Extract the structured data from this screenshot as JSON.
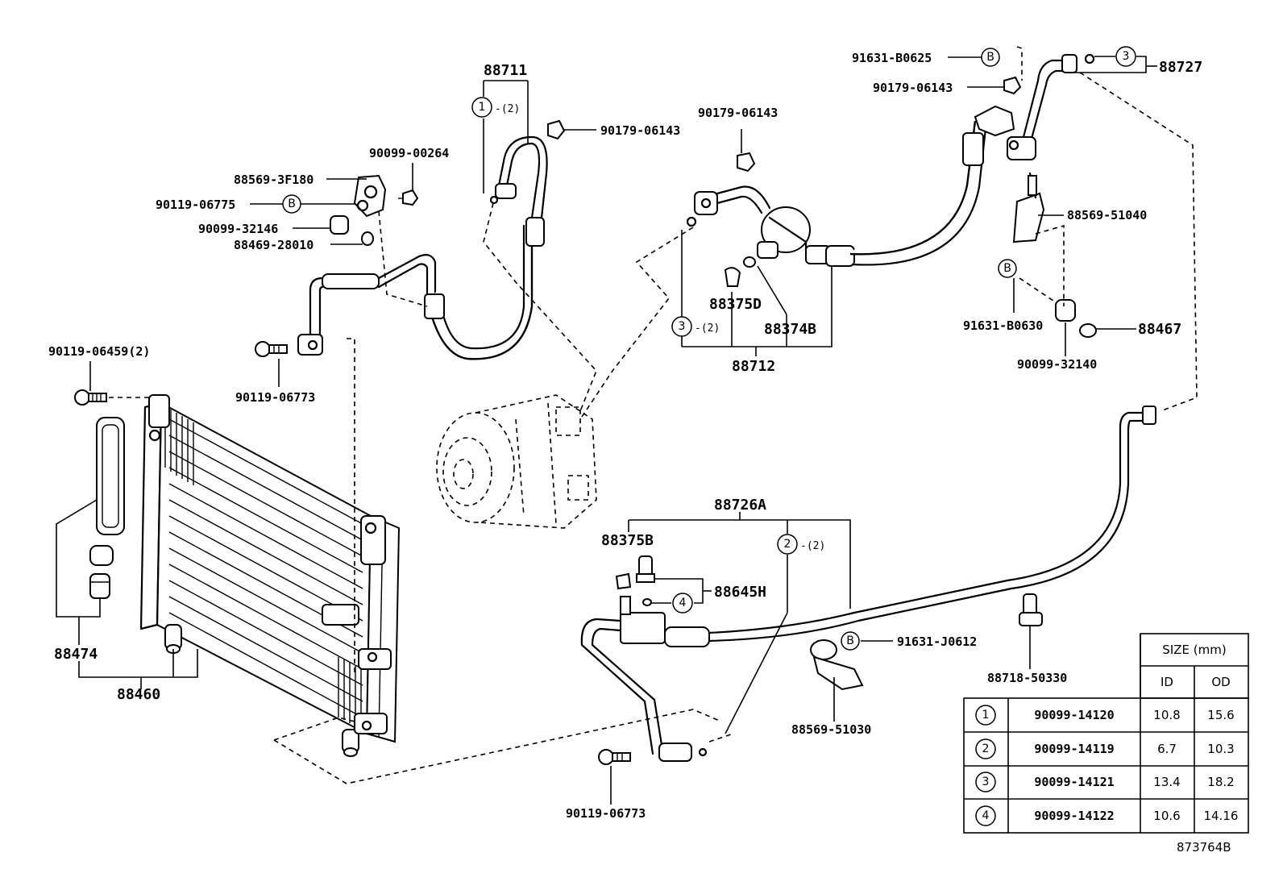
{
  "labels": {
    "p88711": "88711",
    "p90179_a": "90179-06143",
    "p90099_00264": "90099-00264",
    "p88569_3F180": "88569-3F180",
    "p90119_06775": "90119-06775",
    "p90099_32146": "90099-32146",
    "p88469_28010": "88469-28010",
    "p90119_06459": "90119-06459(2)",
    "p90119_06773_a": "90119-06773",
    "p88474": "88474",
    "p88460": "88460",
    "p90179_b": "90179-06143",
    "p88375D": "88375D",
    "p88374B": "88374B",
    "p88712": "88712",
    "p91631_B0625": "91631-B0625",
    "p90179_c": "90179-06143",
    "p88727": "88727",
    "p88569_51040": "88569-51040",
    "p91631_B0630": "91631-B0630",
    "p88467": "88467",
    "p90099_32140": "90099-32140",
    "p88726A": "88726A",
    "p88375B": "88375B",
    "p88645H": "88645H",
    "p91631_J0612": "91631-J0612",
    "p88569_51030": "88569-51030",
    "p88718_50330": "88718-50330",
    "p90119_06773_b": "90119-06773"
  },
  "markers": {
    "one": "1",
    "two": "2",
    "three": "3",
    "four": "4",
    "b": "B",
    "qty2": "-(2)"
  },
  "size_table": {
    "header": "SIZE (mm)",
    "col_id": "ID",
    "col_od": "OD",
    "rows": [
      {
        "ref": "1",
        "part": "90099-14120",
        "id": "10.8",
        "od": "15.6"
      },
      {
        "ref": "2",
        "part": "90099-14119",
        "id": "6.7",
        "od": "10.3"
      },
      {
        "ref": "3",
        "part": "90099-14121",
        "id": "13.4",
        "od": "18.2"
      },
      {
        "ref": "4",
        "part": "90099-14122",
        "id": "10.6",
        "od": "14.16"
      }
    ]
  },
  "figure_number": "873764B"
}
